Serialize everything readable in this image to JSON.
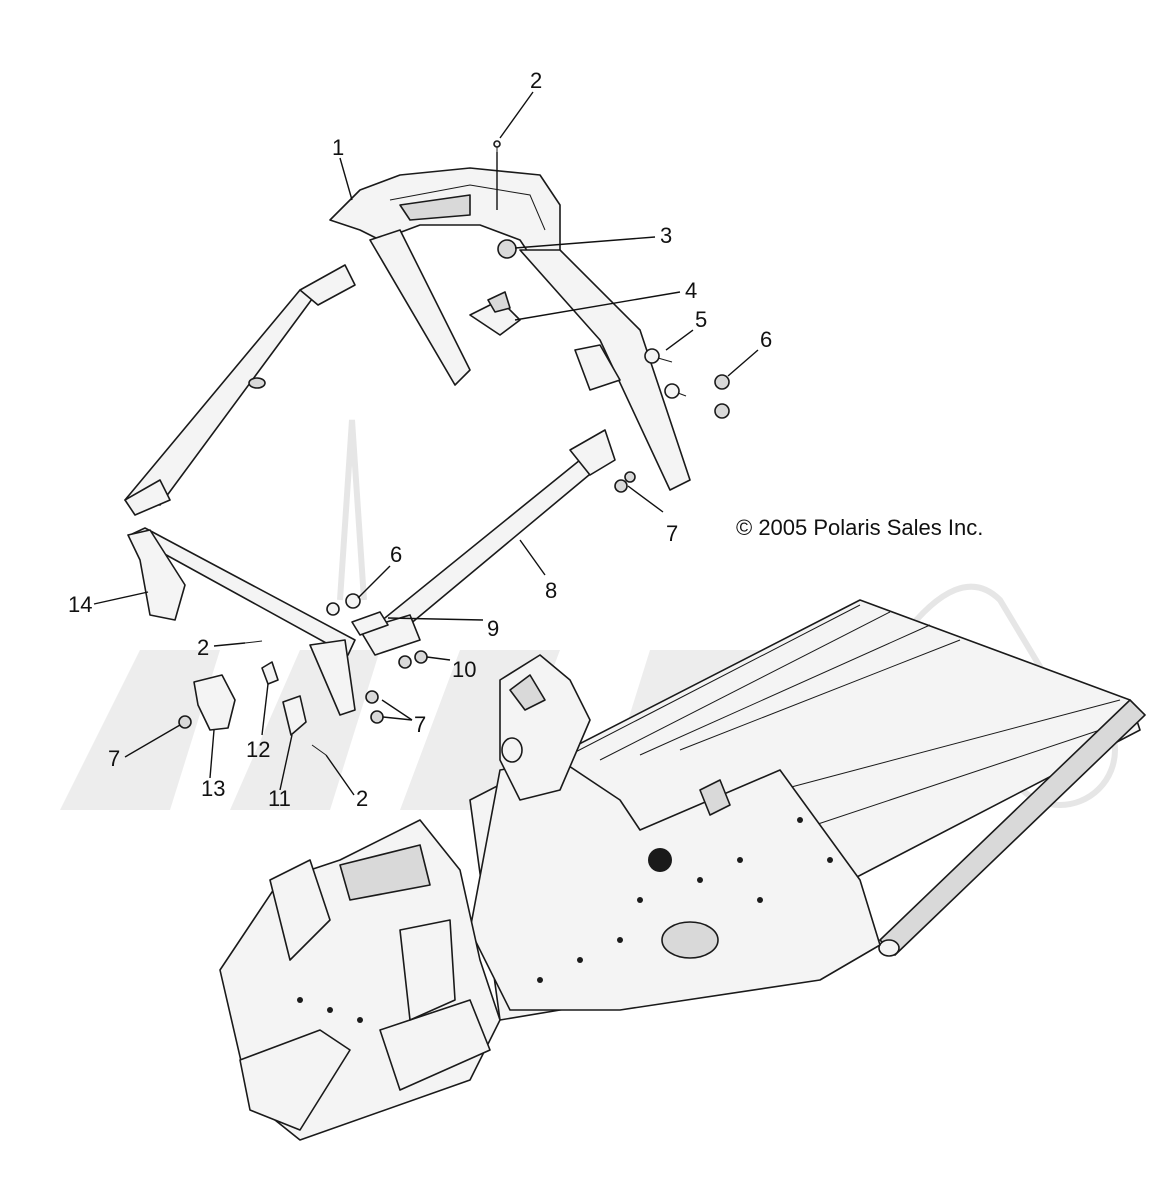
{
  "copyright": "© 2005 Polaris Sales Inc.",
  "callouts": [
    {
      "id": "c2-top",
      "label": "2"
    },
    {
      "id": "c1",
      "label": "1"
    },
    {
      "id": "c3",
      "label": "3"
    },
    {
      "id": "c4",
      "label": "4"
    },
    {
      "id": "c5",
      "label": "5"
    },
    {
      "id": "c6-right",
      "label": "6"
    },
    {
      "id": "c7-right",
      "label": "7"
    },
    {
      "id": "c8",
      "label": "8"
    },
    {
      "id": "c6-mid",
      "label": "6"
    },
    {
      "id": "c9",
      "label": "9"
    },
    {
      "id": "c10",
      "label": "10"
    },
    {
      "id": "c7-mid",
      "label": "7"
    },
    {
      "id": "c14",
      "label": "14"
    },
    {
      "id": "c2-left",
      "label": "2"
    },
    {
      "id": "c12",
      "label": "12"
    },
    {
      "id": "c7-left",
      "label": "7"
    },
    {
      "id": "c13",
      "label": "13"
    },
    {
      "id": "c11",
      "label": "11"
    },
    {
      "id": "c2-bottom",
      "label": "2"
    }
  ],
  "colors": {
    "line": "#1a1a1a",
    "background": "#ffffff",
    "watermark": "#ededed"
  }
}
